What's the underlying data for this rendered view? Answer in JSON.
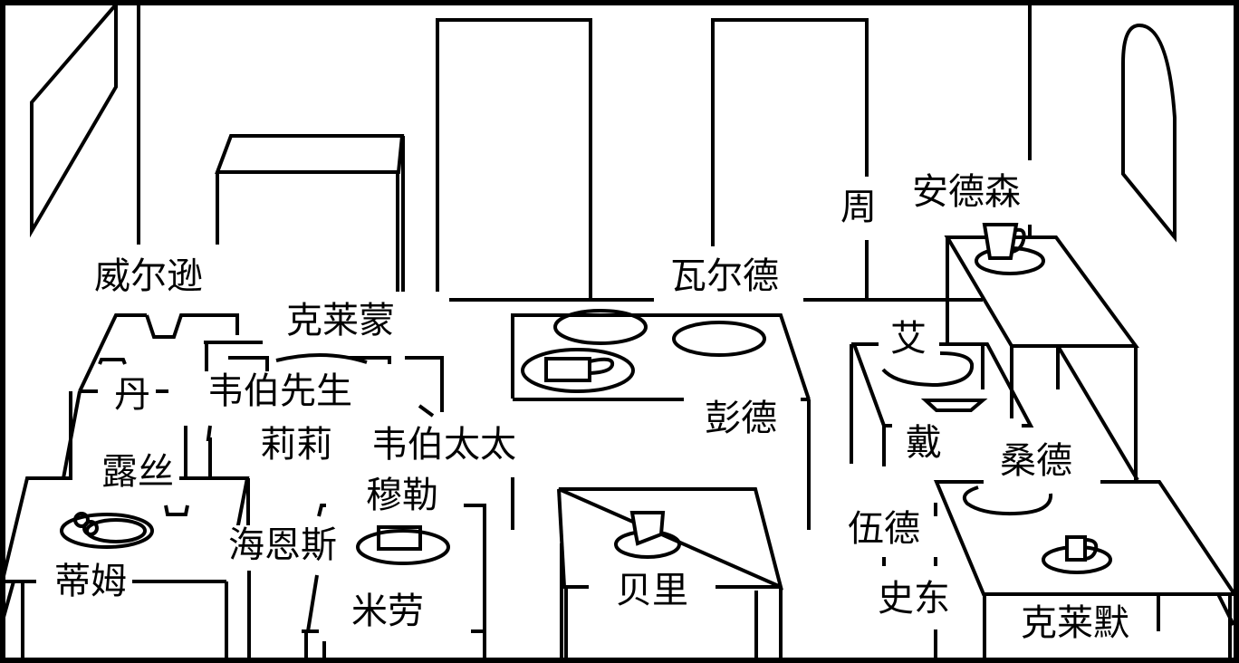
{
  "scene": {
    "title": "Restaurant seating diagram",
    "line_color": "#000000",
    "background": "#ffffff"
  },
  "labels": {
    "wilson": "威尔逊",
    "clemon": "克莱蒙",
    "walde": "瓦尔德",
    "zhou": "周",
    "anderson": "安德森",
    "dan": "丹",
    "mr_weber": "韦伯先生",
    "lily": "莉莉",
    "mrs_weber": "韦伯太太",
    "rose": "露丝",
    "muller": "穆勒",
    "haynes": "海恩斯",
    "tim": "蒂姆",
    "milo": "米劳",
    "pend": "彭德",
    "berry": "贝里",
    "ai": "艾",
    "dai": "戴",
    "sander": "桑德",
    "wude": "伍德",
    "shidong": "史东",
    "clem": "克莱默"
  },
  "objects": {
    "wall_picture": "picture-frame",
    "arched_window": "arched-window",
    "doors": [
      "door-left",
      "door-right"
    ],
    "tables": [
      "table-back-left",
      "table-center",
      "table-left-small",
      "table-wilson",
      "table-rose",
      "table-muller",
      "table-berry",
      "table-anderson",
      "table-ai",
      "table-clem"
    ],
    "tableware": [
      "plate-tim",
      "plate-muller-cake",
      "cup-berry",
      "cup-anderson",
      "cup-clem",
      "plate-center-1",
      "plate-center-2",
      "plate-center-cup",
      "plate-ai",
      "plate-sander",
      "dish-dai"
    ]
  }
}
